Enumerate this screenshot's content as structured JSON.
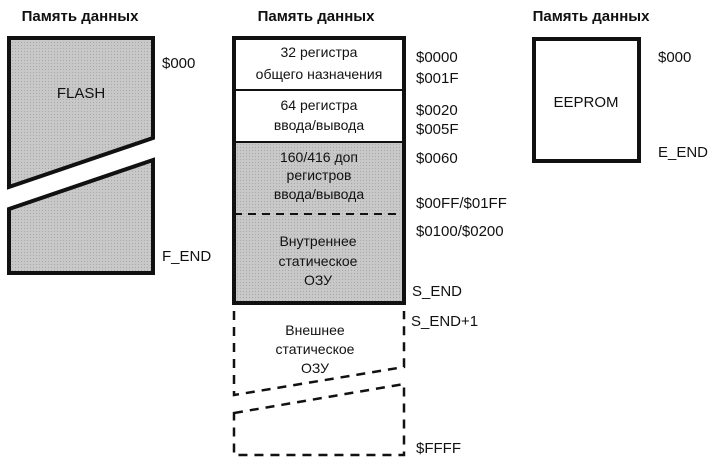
{
  "colors": {
    "shade": "#c4c4c4",
    "stroke": "#111111",
    "background": "#ffffff"
  },
  "columns": [
    {
      "id": "flash",
      "header": "Память данных",
      "block_label": "FLASH",
      "addresses": {
        "start": "$000",
        "end": "F_END"
      }
    },
    {
      "id": "data",
      "header": "Память данных",
      "segments": [
        {
          "lines": [
            "32 регистра",
            "общего назначения"
          ],
          "addr_start": "$0000",
          "addr_end": "$001F",
          "shaded": false
        },
        {
          "lines": [
            "64 регистра",
            "ввода/вывода"
          ],
          "addr_start": "$0020",
          "addr_end": "$005F",
          "shaded": false
        },
        {
          "lines": [
            "160/416 доп",
            "регистров",
            "ввода/вывода"
          ],
          "addr_start": "$0060",
          "addr_end": "$00FF/$01FF",
          "shaded": true
        },
        {
          "lines": [
            "Внутреннее",
            "статическое",
            "ОЗУ"
          ],
          "addr_start": "$0100/$0200",
          "addr_end": "S_END",
          "shaded": true
        },
        {
          "lines": [
            "Внешнее",
            "статическое",
            "ОЗУ"
          ],
          "addr_start": "S_END+1",
          "addr_end": "$FFFF",
          "shaded": false,
          "dashed": true
        }
      ]
    },
    {
      "id": "eeprom",
      "header": "Память данных",
      "block_label": "EEPROM",
      "addresses": {
        "start": "$000",
        "end": "E_END"
      }
    }
  ]
}
